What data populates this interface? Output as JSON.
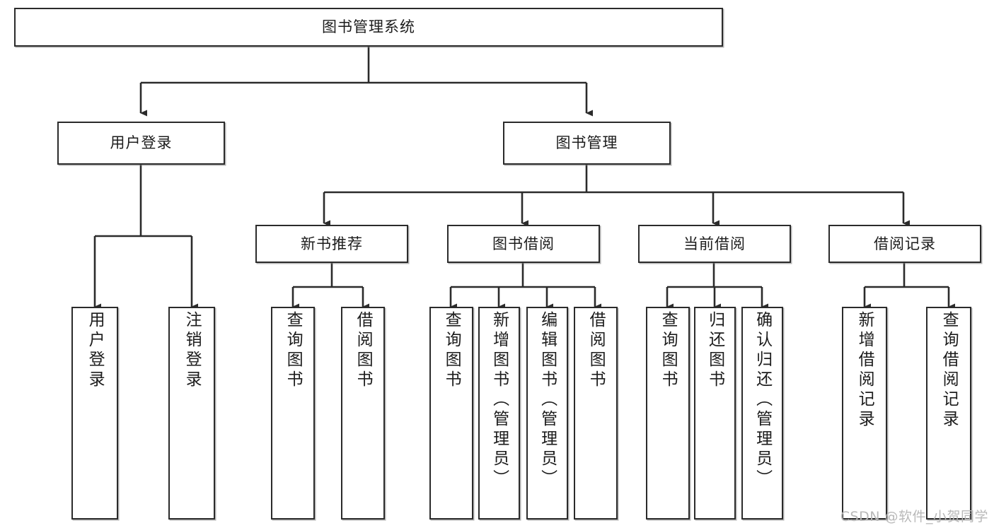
{
  "diagram": {
    "title": "图书管理系统",
    "type": "tree-hierarchy",
    "watermark": "CSDN @软件_小贺同学",
    "colors": {
      "background": "#ffffff",
      "node_border": "#2b2b2b",
      "node_fill": "#ffffff",
      "edge": "#2b2b2b",
      "text": "#1c1c1c",
      "watermark": "#b9b9b9"
    },
    "nodes": {
      "root": {
        "label": "图书管理系统",
        "level": 0,
        "orientation": "horizontal"
      },
      "l1": [
        {
          "id": "user-login",
          "label": "用户登录",
          "orientation": "horizontal"
        },
        {
          "id": "book-manage",
          "label": "图书管理",
          "orientation": "horizontal"
        }
      ],
      "l2": [
        {
          "id": "new-book-recommend",
          "label": "新书推荐",
          "orientation": "horizontal"
        },
        {
          "id": "book-borrow",
          "label": "图书借阅",
          "orientation": "horizontal"
        },
        {
          "id": "current-borrow",
          "label": "当前借阅",
          "orientation": "horizontal"
        },
        {
          "id": "borrow-record",
          "label": "借阅记录",
          "orientation": "horizontal"
        }
      ],
      "leaves": [
        {
          "id": "leaf-user-login",
          "label": "用户登录",
          "parent": "user-login",
          "orientation": "vertical"
        },
        {
          "id": "leaf-user-logout",
          "label": "注销登录",
          "parent": "user-login",
          "orientation": "vertical"
        },
        {
          "id": "leaf-query-book-1",
          "label": "查询图书",
          "parent": "new-book-recommend",
          "orientation": "vertical"
        },
        {
          "id": "leaf-borrow-book-1",
          "label": "借阅图书",
          "parent": "new-book-recommend",
          "orientation": "vertical"
        },
        {
          "id": "leaf-query-book-2",
          "label": "查询图书",
          "parent": "book-borrow",
          "orientation": "vertical"
        },
        {
          "id": "leaf-add-book",
          "label": "新增图书（管理员）",
          "parent": "book-borrow",
          "orientation": "vertical"
        },
        {
          "id": "leaf-edit-book",
          "label": "编辑图书（管理员）",
          "parent": "book-borrow",
          "orientation": "vertical"
        },
        {
          "id": "leaf-borrow-book-2",
          "label": "借阅图书",
          "parent": "book-borrow",
          "orientation": "vertical"
        },
        {
          "id": "leaf-query-book-3",
          "label": "查询图书",
          "parent": "current-borrow",
          "orientation": "vertical"
        },
        {
          "id": "leaf-return-book",
          "label": "归还图书",
          "parent": "current-borrow",
          "orientation": "vertical"
        },
        {
          "id": "leaf-confirm-return",
          "label": "确认归还（管理员）",
          "parent": "current-borrow",
          "orientation": "vertical"
        },
        {
          "id": "leaf-add-record",
          "label": "新增借阅记录",
          "parent": "borrow-record",
          "orientation": "vertical"
        },
        {
          "id": "leaf-query-record",
          "label": "查询借阅记录",
          "parent": "borrow-record",
          "orientation": "vertical"
        }
      ]
    }
  }
}
